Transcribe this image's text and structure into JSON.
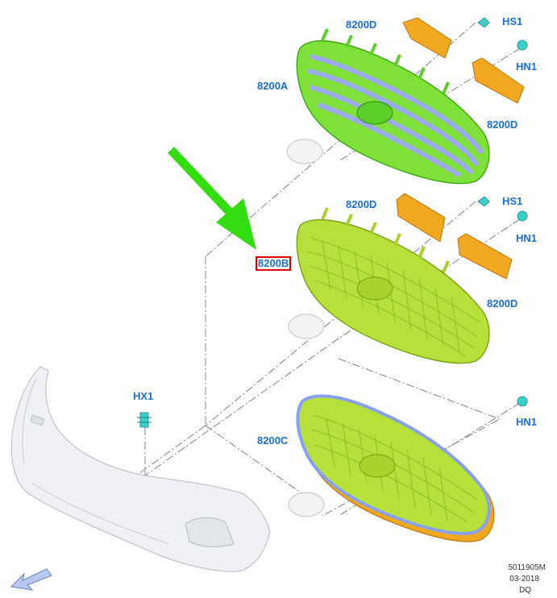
{
  "labels": {
    "hs1_top": "HS1",
    "d_top_left": "8200D",
    "hn1_top": "HN1",
    "a": "8200A",
    "d_top_right": "8200D",
    "d_mid_left": "8200D",
    "hs1_mid": "HS1",
    "hn1_mid": "HN1",
    "b": "8200B",
    "d_mid_right": "8200D",
    "hx1": "HX1",
    "hn1_bot": "HN1",
    "c": "8200C"
  },
  "footer": {
    "code": "5011905M",
    "date": "03-2018",
    "initials": "DQ"
  },
  "colors": {
    "label_blue": "#1a6fd6",
    "highlight_red": "#e00000",
    "arrow_green": "#33dd11",
    "grille_green": "#66dd22",
    "grille_lime": "#b8e03a",
    "bracket_orange": "#f0a820",
    "bar_blue": "#9aa8f0",
    "bumper_gray": "#eef0f3"
  }
}
